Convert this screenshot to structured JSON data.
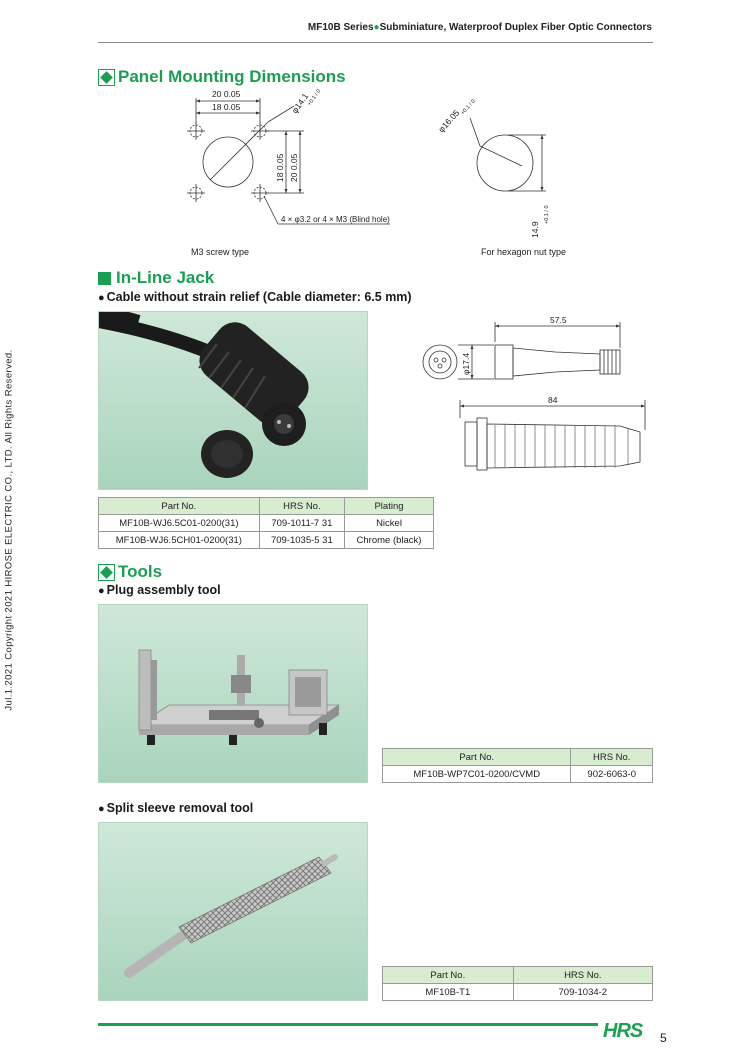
{
  "header": {
    "title_series": "MF10B Series",
    "title_desc": "Subminiature, Waterproof Duplex Fiber Optic Connectors"
  },
  "side_copyright": "Jul.1.2021 Copyright 2021 HIROSE ELECTRIC CO., LTD. All Rights Reserved.",
  "panel_mounting": {
    "title": "Panel Mounting Dimensions",
    "dim_20_h": "20  0.05",
    "dim_18_h": "18  0.05",
    "dim_dia_141": "φ14.1",
    "dim_dia_141_tol": "+0.1 / 0",
    "dim_18_v": "18  0.05",
    "dim_20_v": "20  0.05",
    "hole_note": "4 × φ3.2 or 4 × M3 (Blind hole)",
    "dim_dia_1605": "φ16.05",
    "dim_dia_1605_tol": "+0.1 / 0",
    "dim_149": "14.9",
    "dim_149_tol": "+0.1 / 0",
    "caption_left": "M3 screw type",
    "caption_right": "For hexagon nut type"
  },
  "inline_jack": {
    "title": "In-Line Jack",
    "subtitle": "Cable without strain relief (Cable diameter: 6.5 mm)",
    "dim_575": "57.5",
    "dim_174": "φ17.4",
    "dim_84": "84",
    "table": {
      "headers": [
        "Part No.",
        "HRS No.",
        "Plating"
      ],
      "rows": [
        [
          "MF10B-WJ6.5C01-0200(31)",
          "709-1011-7 31",
          "Nickel"
        ],
        [
          "MF10B-WJ6.5CH01-0200(31)",
          "709-1035-5 31",
          "Chrome (black)"
        ]
      ]
    }
  },
  "tools": {
    "title": "Tools",
    "plug_tool": {
      "subtitle": "Plug assembly tool",
      "table": {
        "headers": [
          "Part No.",
          "HRS No."
        ],
        "rows": [
          [
            "MF10B-WP7C01-0200/CVMD",
            "902-6063-0"
          ]
        ]
      }
    },
    "sleeve_tool": {
      "subtitle": "Split sleeve removal tool",
      "table": {
        "headers": [
          "Part No.",
          "HRS No."
        ],
        "rows": [
          [
            "MF10B-T1",
            "709-1034-2"
          ]
        ]
      }
    }
  },
  "footer": {
    "logo": "HRS",
    "page": "5"
  },
  "colors": {
    "accent_green": "#1c9e52",
    "table_header": "#d8ecd0",
    "photo_bg": "#a9d4bc"
  }
}
